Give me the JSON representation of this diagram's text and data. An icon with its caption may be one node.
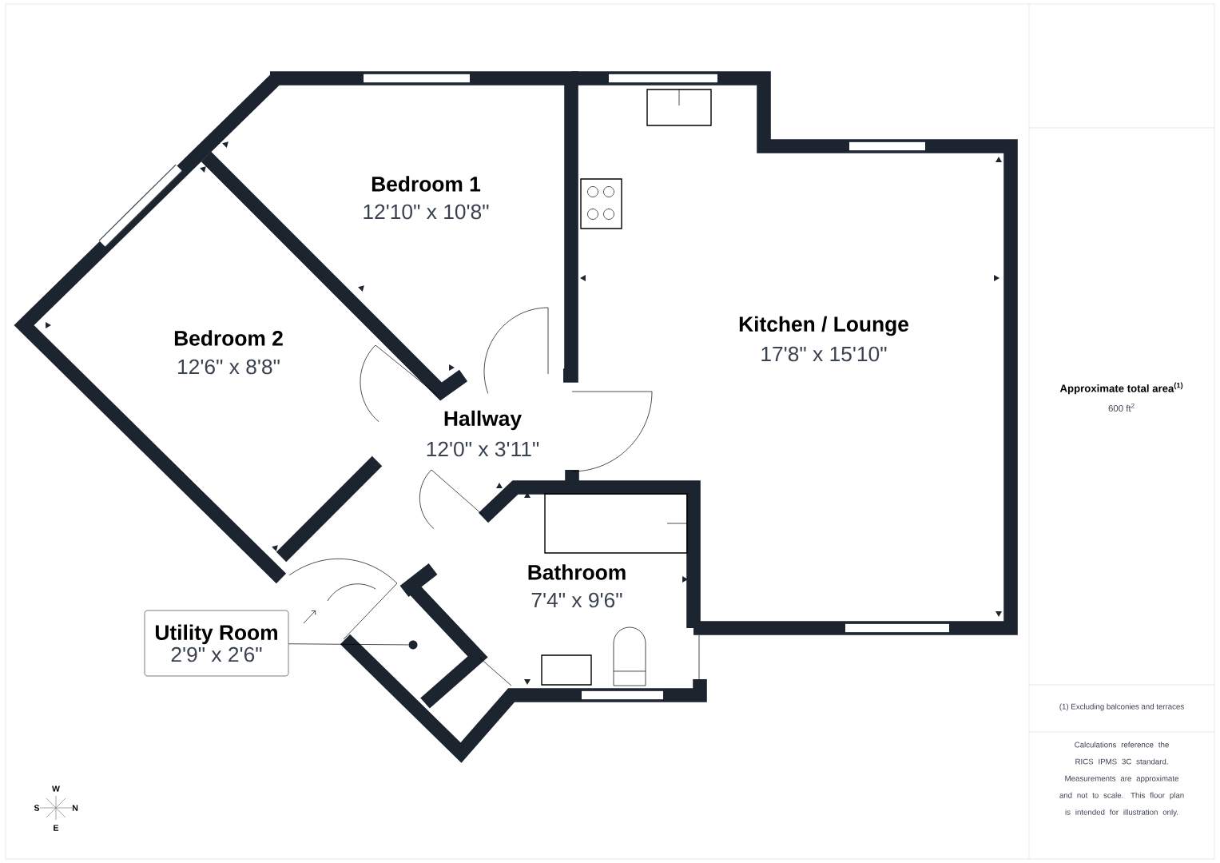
{
  "diagram": {
    "nodes": [
      {
        "text": [
          "Utility Room",
          "2'9\" x 2'6\""
        ]
      },
      {
        "text": [],
        "shape": "circle"
      }
    ],
    "edges": [
      {
        "from": 0,
        "to": 1,
        "arrow": "none"
      }
    ],
    "labels": [
      "Bedroom 1",
      "12'10\" x 10'8\"",
      "Bedroom 2",
      "12'6\" x 8'8\"",
      "Kitchen / Lounge",
      "17'8\" x 15'10\"",
      "Hallway",
      "12'0\" x 3'11\"",
      "Bathroom",
      "7'4\" x 9'6\"",
      "W",
      "S",
      "N",
      "E",
      "Approximate total area$^{(1)}$",
      "600 ft$^{2}$",
      "(1) Excluding balconies and terraces",
      "Calculations reference the RICS IPMS 3C standard. Measurements are approximate and not to scale. This floor plan is intended for illustration only."
    ]
  }
}
